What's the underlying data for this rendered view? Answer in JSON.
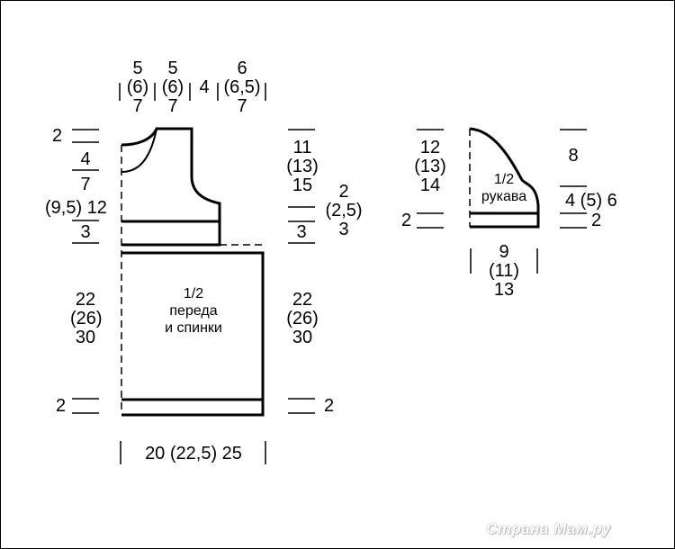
{
  "body": {
    "title_line1": "1/2",
    "title_line2": "переда",
    "title_line3": "и спинки",
    "top_dims": [
      {
        "a": "5",
        "b": "(6)",
        "c": "7"
      },
      {
        "a": "5",
        "b": "(6)",
        "c": "7"
      },
      {
        "a": "4"
      },
      {
        "a": "6",
        "b": "(6,5)",
        "c": "7"
      }
    ],
    "left": {
      "shoulder": "2",
      "neck_a": "4",
      "neck_b": "7",
      "armhole_a": "(9,5)",
      "armhole_b": "12",
      "band": "3",
      "body_a": "22",
      "body_b": "(26)",
      "body_c": "30",
      "hem": "2"
    },
    "right": {
      "arm_a": "11",
      "arm_b": "(13)",
      "arm_c": "15",
      "arm_band": "3",
      "side_a": "2",
      "side_b": "(2,5)",
      "side_c": "3",
      "body_a": "22",
      "body_b": "(26)",
      "body_c": "30",
      "hem": "2"
    },
    "bottom": "20 (22,5) 25"
  },
  "sleeve": {
    "title_line1": "1/2",
    "title_line2": "рукава",
    "left_a": "12",
    "left_b": "(13)",
    "left_c": "14",
    "left_hem": "2",
    "right_top": "8",
    "right_mid": "4 (5) 6",
    "right_hem": "2",
    "bottom_a": "9",
    "bottom_b": "(11)",
    "bottom_c": "13"
  },
  "watermark": "Страна Мам.ру"
}
